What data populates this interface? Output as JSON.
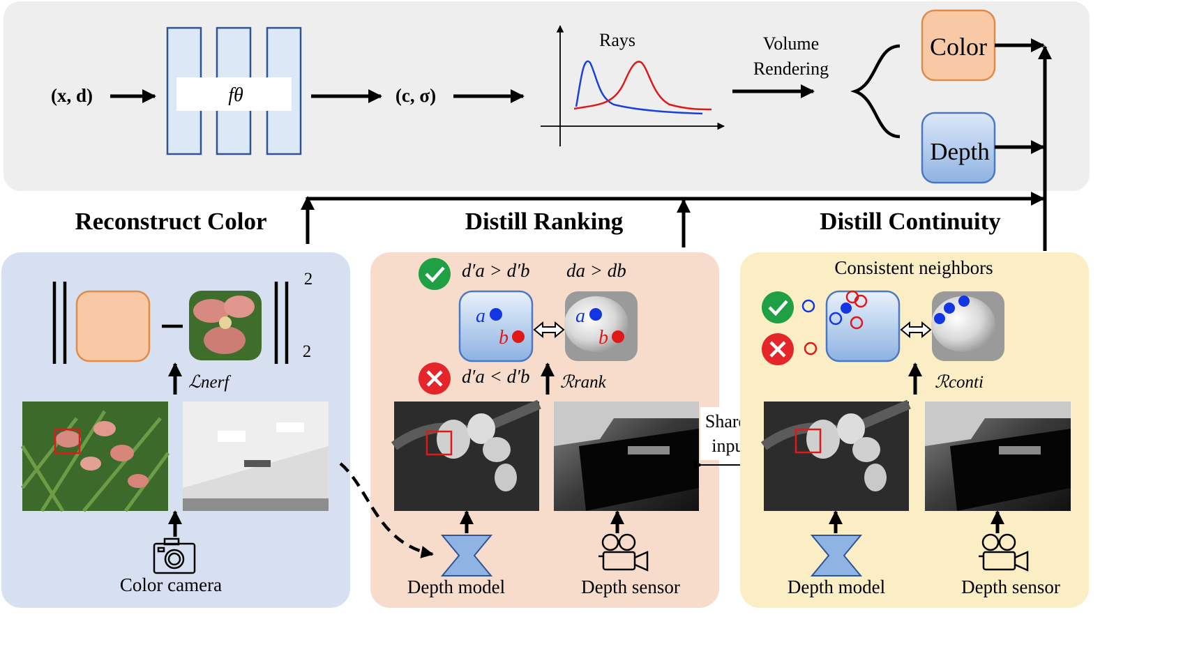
{
  "nerf_panel": {
    "input_label": "(x, d)",
    "mlp_label": "fθ",
    "output_label": "(c, σ)",
    "rays_label": "Rays",
    "volume_rendering": [
      "Volume",
      "Rendering"
    ],
    "color_box": "Color",
    "depth_box": "Depth",
    "colors": {
      "background": "#eeeeee",
      "color_box": "#f8c9a4",
      "depth_box": "#aecbeb",
      "mlp": "#dce8f6"
    }
  },
  "sections": {
    "reconstruct_color": "Reconstruct Color",
    "distill_ranking": "Distill Ranking",
    "distill_continuity": "Distill Continuity"
  },
  "reconstruct_panel": {
    "norm_superscript": "2",
    "norm_subscript": "2",
    "loss_label": "ℒnerf",
    "camera_label": "Color camera",
    "background": "#d6e0f0"
  },
  "ranking_panel": {
    "correct_relation": "d′a > d′b",
    "gt_relation": "da > db",
    "wrong_relation": "d′a < d′b",
    "point_a": "a",
    "point_b": "b",
    "reg_label": "ℛrank",
    "model_label": "Depth model",
    "sensor_label": "Depth sensor",
    "background": "#f7dccc"
  },
  "shared_input": [
    "Shared",
    "input"
  ],
  "continuity_panel": {
    "title": "Consistent neighbors",
    "reg_label": "ℛconti",
    "model_label": "Depth model",
    "sensor_label": "Depth sensor",
    "background": "#fbeec4"
  },
  "icon_colors": {
    "check": "#1fa045",
    "cross": "#e4262b",
    "blue_point": "#1236e3",
    "red_point": "#e01818"
  }
}
